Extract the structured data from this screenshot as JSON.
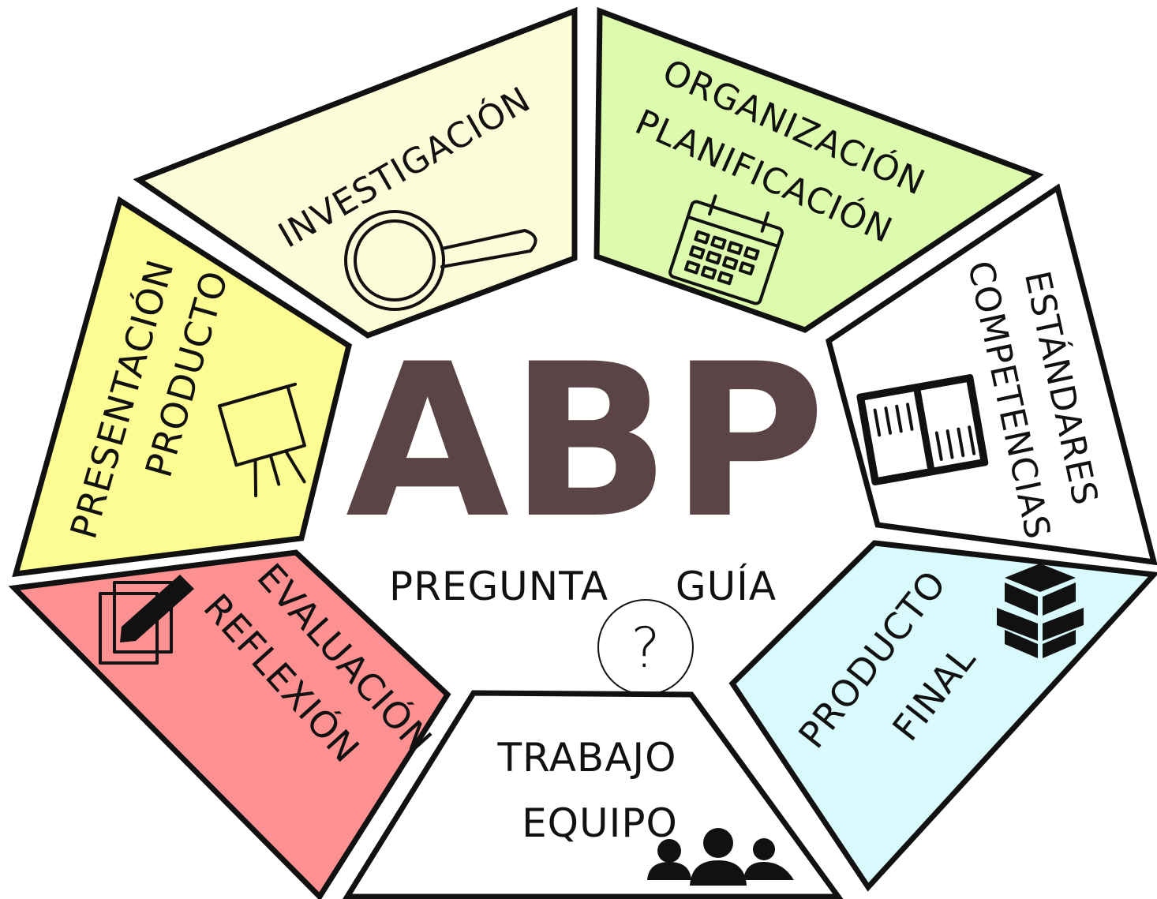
{
  "center": {
    "title": "ABP",
    "subtitle_left": "PREGUNTA",
    "subtitle_right": "GUÍA",
    "question_mark": "?"
  },
  "segments": [
    {
      "id": "investigacion",
      "lines": [
        "INVESTIGACIÓN"
      ],
      "fill": "#fdfcd9",
      "icon": "magnifying-glass-icon"
    },
    {
      "id": "organizacion",
      "lines": [
        "ORGANIZACIÓN",
        "PLANIFICACIÓN"
      ],
      "fill": "#dcfbac",
      "icon": "calendar-icon"
    },
    {
      "id": "estandares",
      "lines": [
        "ESTÁNDARES",
        "COMPETENCIAS"
      ],
      "fill": "#ffffff",
      "icon": "open-book-icon"
    },
    {
      "id": "producto-final",
      "lines": [
        "PRODUCTO",
        "FINAL"
      ],
      "fill": "#d9fafd",
      "icon": "boxes-icon"
    },
    {
      "id": "trabajo-equipo",
      "lines": [
        "TRABAJO",
        "EQUIPO"
      ],
      "fill": "#ffffff",
      "icon": "team-icon"
    },
    {
      "id": "evaluacion",
      "lines": [
        "EVALUACIÓN",
        "REFLEXIÓN"
      ],
      "fill": "#fd9191",
      "icon": "pencil-paper-icon"
    },
    {
      "id": "presentacion",
      "lines": [
        "PRESENTACIÓN",
        "PRODUCTO"
      ],
      "fill": "#fdfc93",
      "icon": "easel-icon"
    }
  ],
  "colors": {
    "title": "#5b4446",
    "outline": "#111111"
  }
}
